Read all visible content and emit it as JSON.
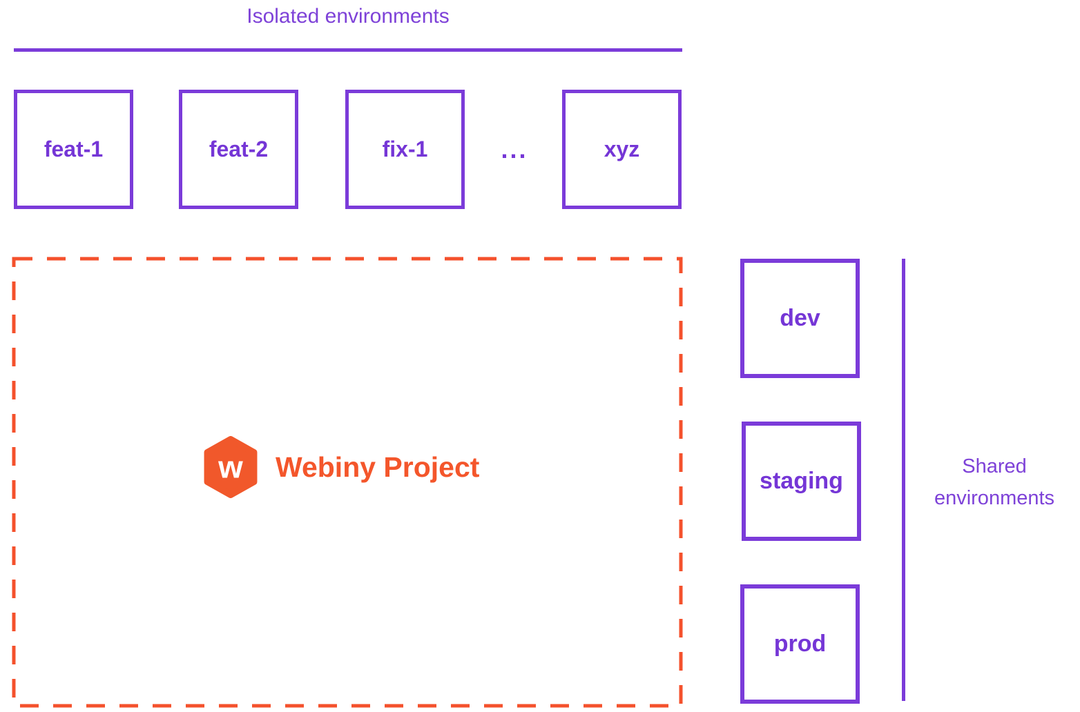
{
  "diagram": {
    "isolated": {
      "title": "Isolated environments",
      "environments": [
        "feat-1",
        "feat-2",
        "fix-1",
        "xyz"
      ],
      "ellipsis": "..."
    },
    "project": {
      "name": "Webiny Project",
      "logo_letter": "w"
    },
    "shared": {
      "label": "Shared environments",
      "environments": [
        "dev",
        "staging",
        "prod"
      ]
    },
    "colors": {
      "purple_line": "#7b3bd9",
      "purple_text_bold": "#7536d6",
      "purple_text_regular": "#7e42d8",
      "orange_logo": "#f1582b",
      "orange_text": "#f4562b",
      "orange_dash": "#f4512c"
    }
  }
}
